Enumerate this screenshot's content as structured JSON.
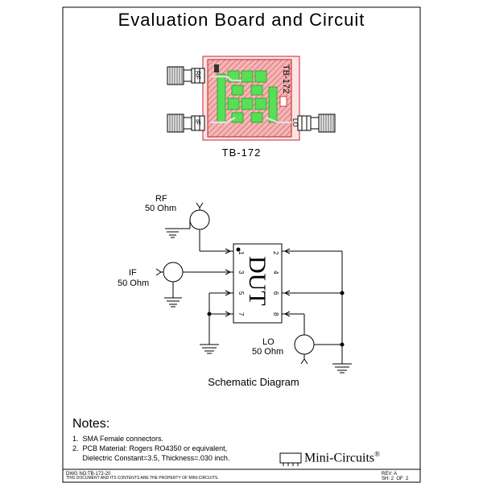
{
  "title": "Evaluation Board and Circuit",
  "board": {
    "label": "TB-172",
    "silk_label": "TB-172",
    "port_rf": "RF",
    "port_if": "IF",
    "port_lo": "LO"
  },
  "schematic": {
    "rf_name": "RF",
    "rf_impedance": "50 Ohm",
    "if_name": "IF",
    "if_impedance": "50 Ohm",
    "lo_name": "LO",
    "lo_impedance": "50 Ohm",
    "dut_label": "DUT",
    "pins": [
      "1",
      "2",
      "3",
      "4",
      "5",
      "6",
      "7",
      "8"
    ],
    "caption": "Schematic Diagram"
  },
  "notes": {
    "heading": "Notes:",
    "items": [
      "1.  SMA Female connectors.",
      "2.  PCB Material: Rogers RO4350 or equivalent,",
      "     Dielectric Constant=3.5, Thickness=.030 inch."
    ]
  },
  "brand": "Mini-Circuits",
  "brand_mark": "®",
  "footer": {
    "dwg_no": "DWG NO:TB-172-20",
    "property_notice": "THIS DOCUMENT AND ITS CONTENTS ARE THE PROPERTY OF MINI-CIRCUITS.",
    "rev": "REV: A",
    "sheet": "SH: 2  OF  2"
  },
  "colors": {
    "board": "#f3b6b6",
    "hatch": "#d94848",
    "copper": "#55e055",
    "line": "#000000"
  }
}
